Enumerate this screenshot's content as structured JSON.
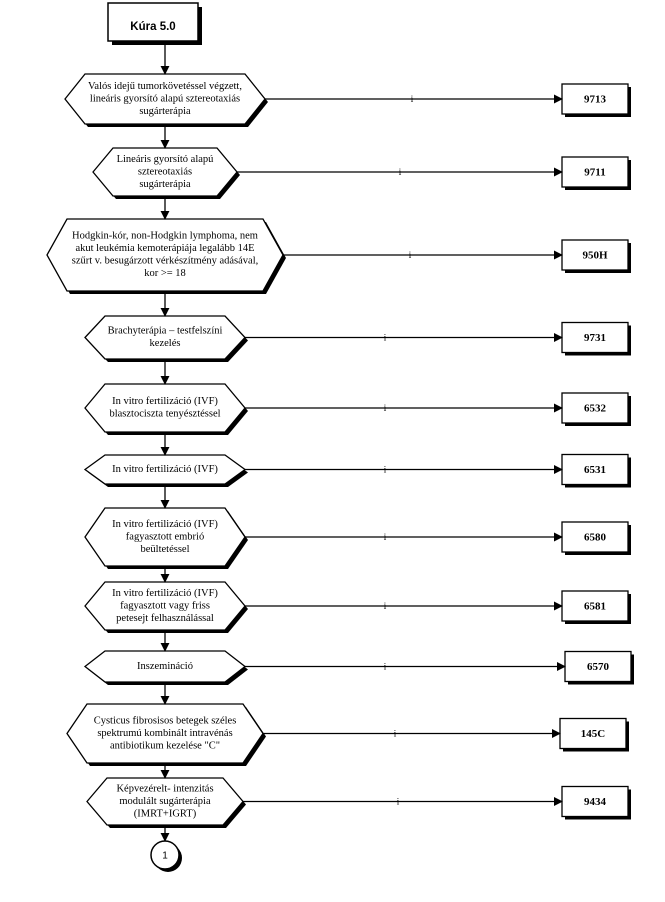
{
  "start": {
    "label": "Kúra 5.0"
  },
  "edge_label": "i",
  "steps": [
    {
      "lines": [
        "Valós idejű tumorkövetéssel végzett,",
        "lineáris gyorsító alapú sztereotaxiás",
        "sugárterápia"
      ],
      "code": "9713"
    },
    {
      "lines": [
        "Lineáris gyorsító alapú",
        "sztereotaxiás",
        "sugárterápia"
      ],
      "code": "9711"
    },
    {
      "lines": [
        "Hodgkin-kór, non-Hodgkin lymphoma, nem",
        "akut leukémia kemoterápiája legalább 14E",
        "szűrt v. besugárzott vérkészítmény adásával,",
        "kor >= 18"
      ],
      "code": "950H"
    },
    {
      "lines": [
        "Brachyterápia – testfelszíni",
        "kezelés"
      ],
      "code": "9731"
    },
    {
      "lines": [
        "In vitro fertilizáció (IVF)",
        "blasztociszta tenyésztéssel"
      ],
      "code": "6532"
    },
    {
      "lines": [
        "In vitro fertilizáció (IVF)"
      ],
      "code": "6531"
    },
    {
      "lines": [
        "In vitro fertilizáció (IVF)",
        "fagyasztott embrió",
        "beültetéssel"
      ],
      "code": "6580"
    },
    {
      "lines": [
        "In vitro fertilizáció (IVF)",
        "fagyasztott vagy friss",
        "petesejt felhasználással"
      ],
      "code": "6581"
    },
    {
      "lines": [
        "Inszemináció"
      ],
      "code": "6570"
    },
    {
      "lines": [
        "Cysticus fibrosisos betegek széles",
        "spektrumú kombinált intravénás",
        "antibiotikum kezelése \"C\""
      ],
      "code": "145C"
    },
    {
      "lines": [
        "Képvezérelt- intenzitás",
        "modulált sugárterápia",
        "(IMRT+IGRT)"
      ],
      "code": "9434"
    }
  ],
  "connector": {
    "label": "1"
  }
}
